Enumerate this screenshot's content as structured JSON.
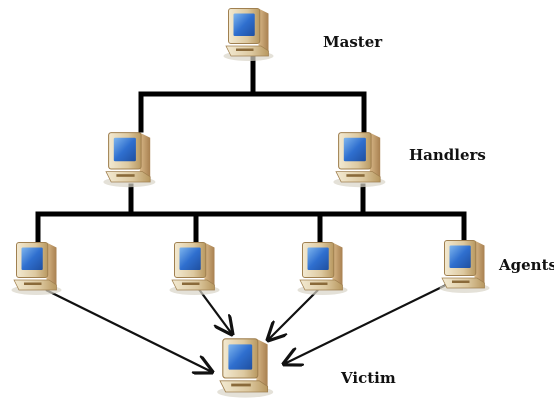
{
  "labels": {
    "master": "Master",
    "handlers": "Handlers",
    "agents": "Agents",
    "victim": "Victim"
  },
  "colors": {
    "connector_line": "#000000",
    "arrow": "#111111",
    "monitor_screen": "#3a78c8",
    "computer_body": "#d9c9a0",
    "computer_shadow": "#c8a070"
  },
  "icons": {
    "computer": "desktop-computer-icon"
  }
}
